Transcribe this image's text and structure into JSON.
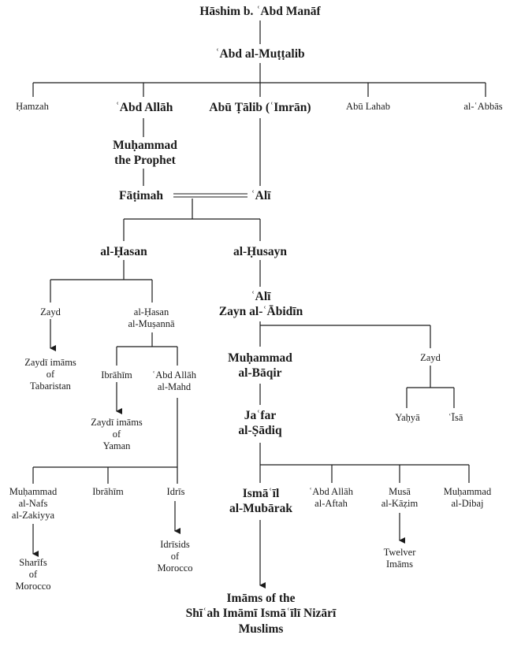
{
  "nodes": {
    "hashim": "Hāshim b. ʿAbd Manāf",
    "abd_al_muttalib": "ʿAbd al-Muṭṭalib",
    "hamzah": "Ḥamzah",
    "abd_allah": "ʿAbd Allāh",
    "abu_talib": "Abū Ṭālib (ʿImrān)",
    "abu_lahab": "Abū Lahab",
    "al_abbas": "al-ʿAbbās",
    "muhammad": "Muḥammad\nthe Prophet",
    "fatimah": "Fāṭimah",
    "ali": "ʿAlī",
    "al_hasan": "al-Ḥasan",
    "al_husayn": "al-Ḥusayn",
    "zayd_hasan": "Zayd",
    "al_hasan_al_musanna": "al-Ḥasan\nal-Muṣannā",
    "zaydi_tabaristan": "Zaydī imāms\nof\nTabaristan",
    "ibrahim_1": "Ibrāhīm",
    "abd_allah_al_mahd": "ʿAbd Allāh\nal-Mahd",
    "zaydi_yaman": "Zaydī imāms\nof\nYaman",
    "muhammad_nafs": "Muḥammad\nal-Nafs\nal-Zakiyya",
    "ibrahim_2": "Ibrāhīm",
    "idris": "Idrīs",
    "sharifs_morocco": "Sharīfs\nof\nMorocco",
    "idrisids_morocco": "Idrīsids\nof\nMorocco",
    "ali_zayn": "ʿAlī\nZayn al-ʿĀbidīn",
    "muhammad_baqir": "Muḥammad\nal-Bāqir",
    "zayd_ali": "Zayd",
    "yahya": "Yaḥyā",
    "isa": "ʿĪsā",
    "jafar": "Jaʿfar\nal-Ṣādiq",
    "ismail": "Ismāʿīl\nal-Mubārak",
    "abd_allah_aftah": "ʿAbd Allāh\nal-Aftah",
    "musa_kazim": "Musā\nal-Kāẓim",
    "muhammad_dibaj": "Muḥammad\nal-Dibaj",
    "twelver_imams": "Twelver\nImāms",
    "imams_nizari": "Imāms of the\nShīʿah Imāmī Ismāʿīlī Nizārī\nMuslims"
  }
}
